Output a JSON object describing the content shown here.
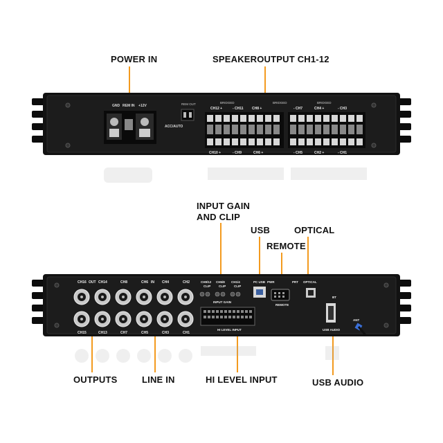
{
  "callouts": {
    "power_in": "POWER IN",
    "speaker_output": "SPEAKEROUTPUT CH1-12",
    "input_gain_line1": "INPUT GAIN",
    "input_gain_line2": "AND CLIP",
    "usb": "USB",
    "optical": "OPTICAL",
    "remote": "REMOTE",
    "outputs": "OUTPUTS",
    "line_in": "LINE IN",
    "hi_level_input": "HI LEVEL INPUT",
    "usb_audio": "USB AUDIO"
  },
  "top_panel": {
    "gnd": "GND",
    "rem_in": "REM IN",
    "plus12v": "+12V",
    "rem_out": "REM OUT",
    "acc_auto": "ACC/AUTO",
    "bridged": "BRIDGED",
    "ch_top": [
      "CH12 +",
      "- CH11",
      "CH8 +",
      "- CH7",
      "CH4 +",
      "- CH3"
    ],
    "ch_bottom": [
      "CH10 +",
      "- CH9",
      "CH6 +",
      "- CH5",
      "CH2 +",
      "- CH1"
    ]
  },
  "bottom_panel": {
    "out": "OUT",
    "in": "IN",
    "row1": [
      "CH16",
      "CH14",
      "CH8",
      "CH6",
      "CH4",
      "CH2"
    ],
    "row2": [
      "CH15",
      "CH13",
      "CH7",
      "CH5",
      "CH3",
      "CH1"
    ],
    "gain_labels": [
      "CH9/12",
      "CH5/8",
      "CH1/4"
    ],
    "clip": "CLIP",
    "input_gain": "INPUT GAIN",
    "pc_usb": "PC USB",
    "pwr": "PWR",
    "prt": "PRT",
    "optical": "OPTICAL",
    "remote": "REMOTE",
    "bt": "BT",
    "usb_audio": "USB AUDIO",
    "ant": "ANT",
    "hi_level_input": "HI LEVEL INPUT"
  },
  "colors": {
    "accent": "#f39a1e",
    "chassis": "#111111",
    "panel": "#1b1b1b"
  }
}
